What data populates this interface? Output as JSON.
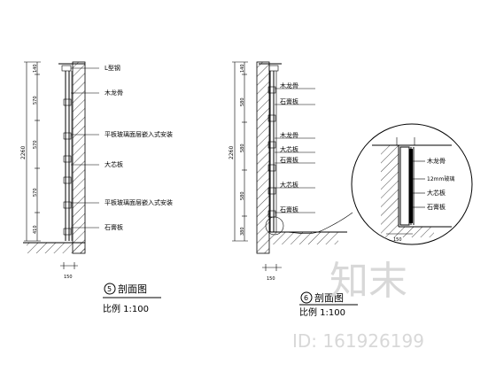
{
  "section_left": {
    "number": "5",
    "title": "剖面图",
    "scale": "比例 1:100",
    "total_dim": "2260",
    "segment_dims": [
      "140",
      "570",
      "570",
      "570",
      "410"
    ],
    "bottom_dim": "150",
    "labels": [
      "L型钢",
      "木龙骨",
      "平板玻璃面层嵌入式安装",
      "大芯板",
      "平板玻璃面层嵌入式安装",
      "石膏板"
    ]
  },
  "section_right": {
    "number": "6",
    "title": "剖面图",
    "scale": "比例 1:100",
    "total_dim": "2260",
    "segment_dims": [
      "140",
      "580",
      "580",
      "580",
      "380"
    ],
    "bottom_dim": "150",
    "labels": [
      "木龙骨",
      "石膏板",
      "木龙骨",
      "大芯板",
      "石膏板",
      "大芯板",
      "石膏板"
    ]
  },
  "detail": {
    "labels": [
      "木龙骨",
      "12mm玻璃",
      "大芯板",
      "石膏板"
    ],
    "dim": "150"
  },
  "watermark": {
    "brand": "知末",
    "id_text": "ID: 161926199"
  }
}
